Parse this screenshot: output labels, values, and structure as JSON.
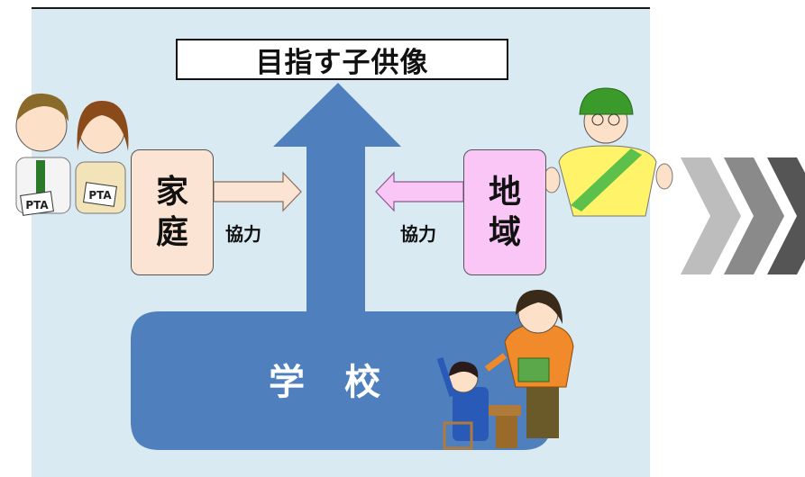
{
  "title": "目指す子供像",
  "home": {
    "line1": "家",
    "line2": "庭",
    "label": "協力"
  },
  "region": {
    "line1": "地",
    "line2": "域",
    "label": "協力"
  },
  "school": "学　校",
  "badges": [
    "PTA",
    "PTA"
  ],
  "colors": {
    "panel": "#daeaf3",
    "school_shape": "#4f80bd",
    "home_box": "#fce4d4",
    "region_box": "#f9c6f6",
    "chevrons": [
      "#bdbdbd",
      "#8a8a8a",
      "#555555"
    ]
  }
}
